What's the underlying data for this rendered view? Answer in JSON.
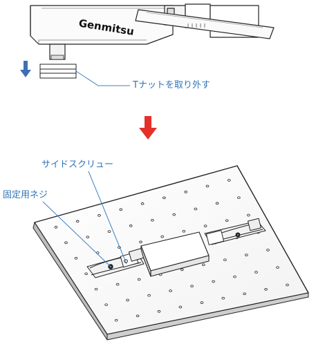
{
  "brand": "Genmitsu",
  "callouts": {
    "t_nut": "Tナットを取り外す",
    "side_screw": "サイドスクリュー",
    "fixing_screw": "固定用ネジ"
  },
  "colors": {
    "callout_text": "#2f74b8",
    "leader_line": "#3a7fc4",
    "step_arrow": "#e5302a",
    "remove_arrow": "#3e6fb3",
    "outline": "#222222"
  }
}
